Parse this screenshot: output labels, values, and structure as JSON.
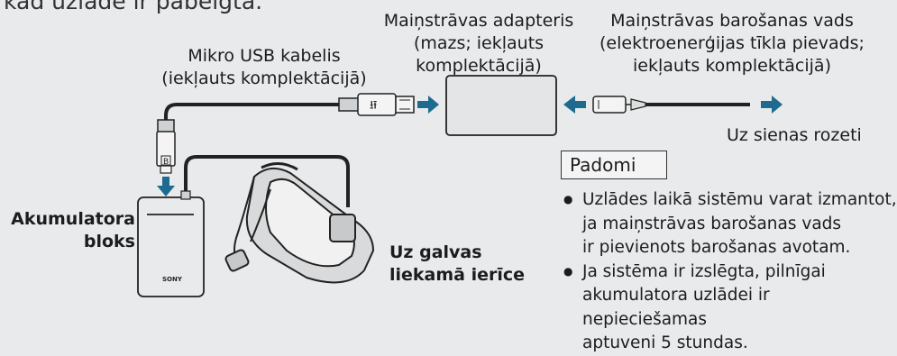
{
  "header_partial": "kad uzlādē ir pabeigta.",
  "labels": {
    "usb_cable": [
      "Mikro USB kabelis",
      "(iekļauts komplektācijā)"
    ],
    "ac_adapter": [
      "Maiņstrāvas adapteris",
      "(mazs; iekļauts",
      "komplektācijā)"
    ],
    "ac_cord": [
      "Maiņstrāvas barošanas vads",
      "(elektroenerģijas tīkla pievads;",
      "iekļauts komplektācijā)"
    ],
    "to_outlet": "Uz sienas rozeti",
    "battery": [
      "Akumulatora",
      "bloks"
    ],
    "headset": [
      "Uz galvas",
      "liekamā ierīce"
    ],
    "brand_mark": "SONY",
    "usb_b_mark": "B"
  },
  "tips": {
    "title": "Padomi",
    "items": [
      [
        "Uzlādes laikā sistēmu varat izmantot,",
        "ja maiņstrāvas barošanas vads",
        "ir pievienots barošanas avotam."
      ],
      [
        "Ja sistēma ir izslēgta, pilnīgai",
        "akumulatora uzlādei ir nepieciešamas",
        "aptuveni 5 stundas."
      ]
    ]
  },
  "colors": {
    "arrow": "#1e6b8f",
    "background": "#e8eaec",
    "cable": "#222222"
  }
}
